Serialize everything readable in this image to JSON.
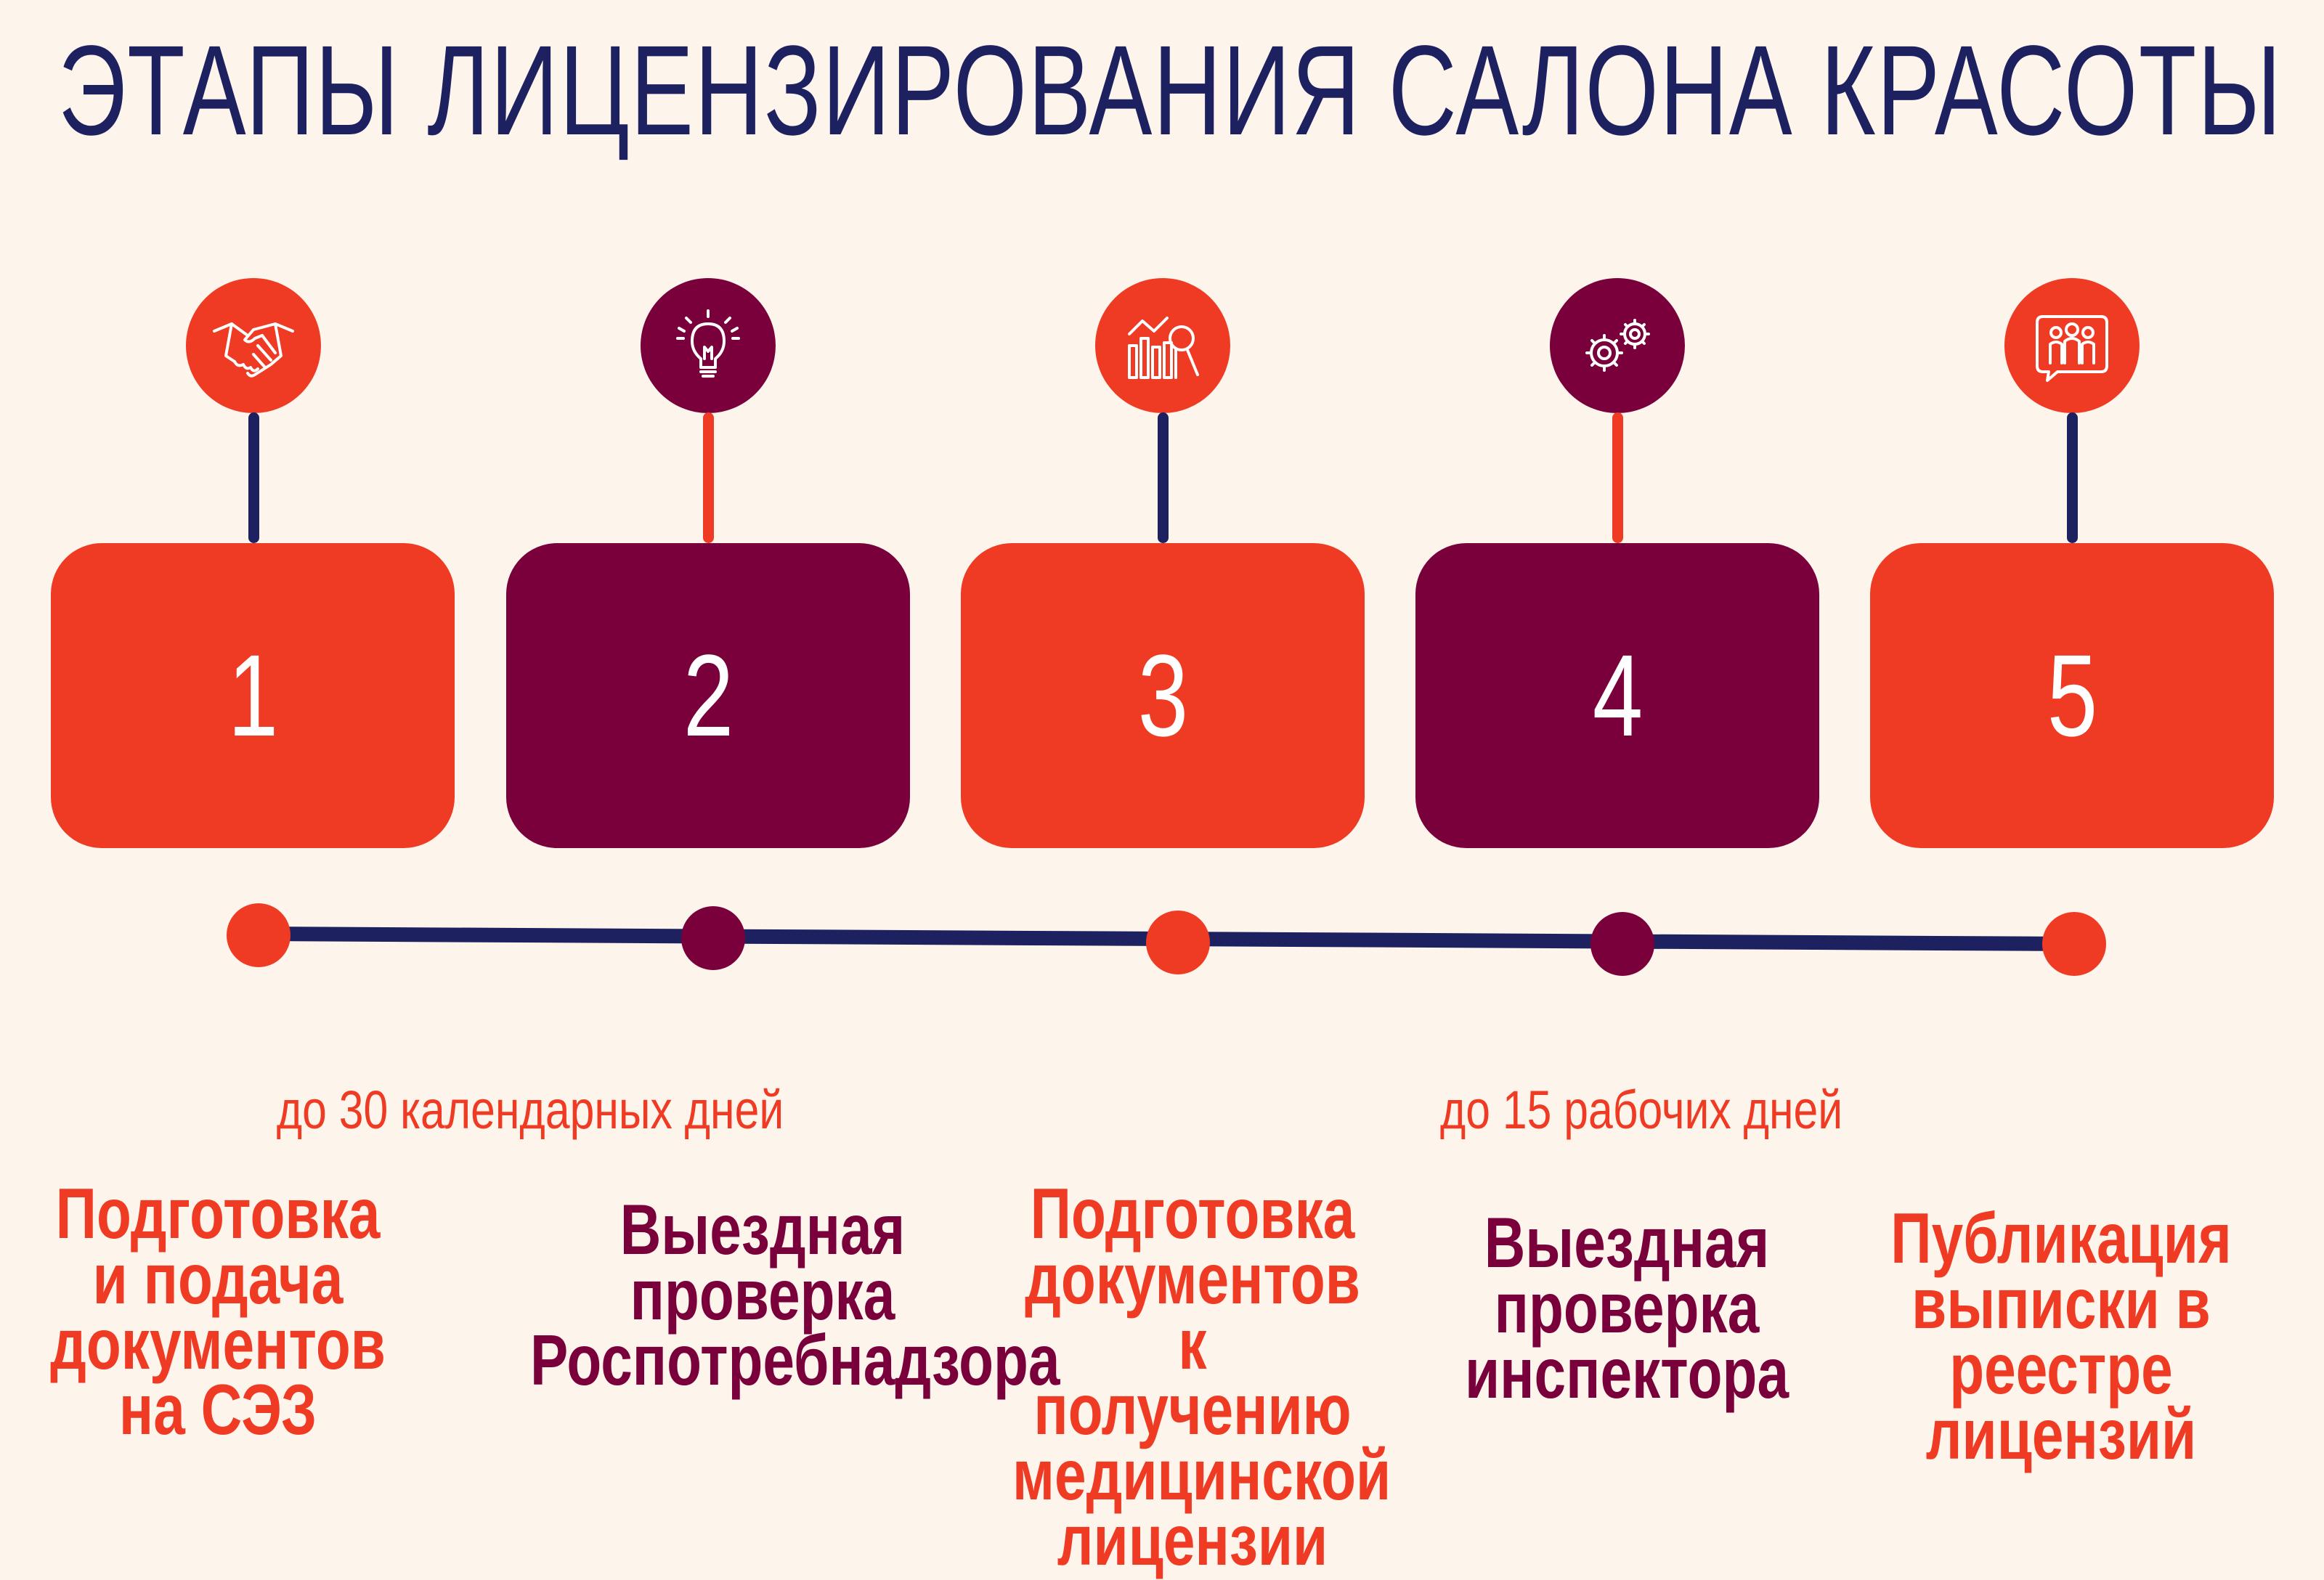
{
  "title": "ЭТАПЫ ЛИЦЕНЗИРОВАНИЯ САЛОНА КРАСОТЫ",
  "colors": {
    "background": "#fdf5ec",
    "navy": "#1e2160",
    "orange": "#ef3b24",
    "plum": "#7a003c"
  },
  "steps": [
    {
      "number": "1",
      "icon": "handshake-icon",
      "label": "Подготовка\nи подача\nдокументов\nна СЭЗ"
    },
    {
      "number": "2",
      "icon": "lightbulb-icon",
      "label": "Выездная проверка\nРоспотребнадзора"
    },
    {
      "number": "3",
      "icon": "chart-magnifier-icon",
      "label": "Подготовка\nдокументов к\nполучению\nмедицинской\nлицензии"
    },
    {
      "number": "4",
      "icon": "gears-icon",
      "label": "Выездная\nпроверка\nинспектора"
    },
    {
      "number": "5",
      "icon": "people-chat-icon",
      "label": "Публикация\nвыписки в\nреестре\nлицензий"
    }
  ],
  "durations": [
    {
      "text": "до 30 календарных дней"
    },
    {
      "text": "до 15 рабочих дней"
    }
  ]
}
